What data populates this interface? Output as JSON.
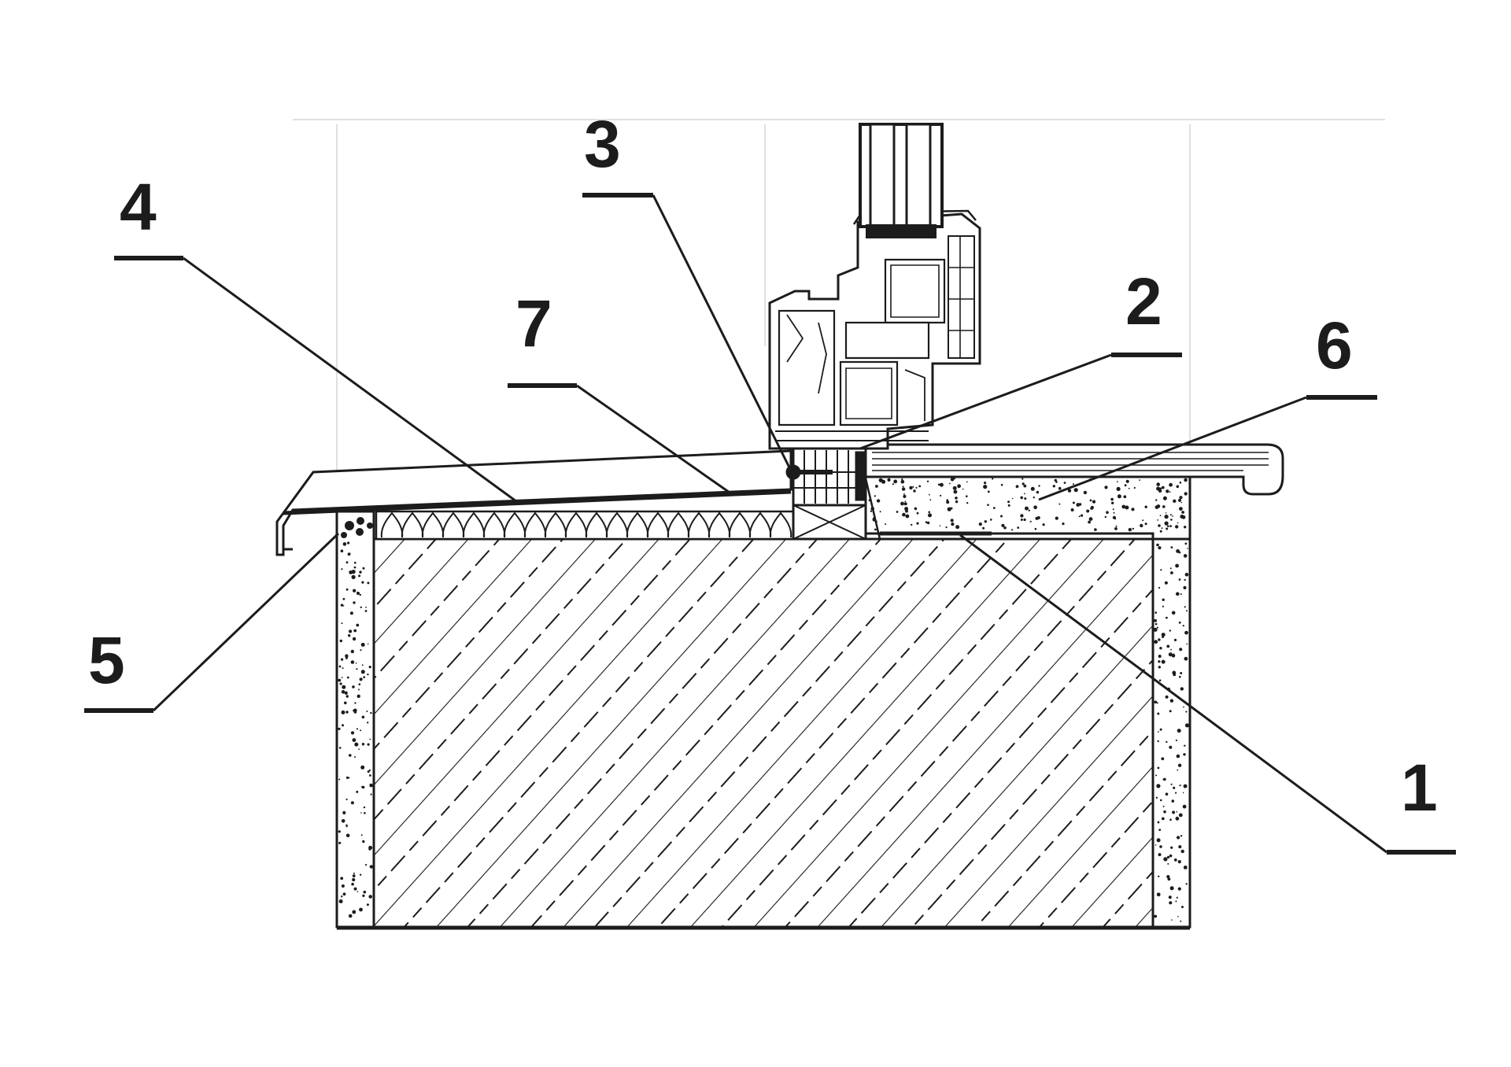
{
  "callouts": [
    {
      "id": "1",
      "label": "1"
    },
    {
      "id": "2",
      "label": "2"
    },
    {
      "id": "3",
      "label": "3"
    },
    {
      "id": "4",
      "label": "4"
    },
    {
      "id": "5",
      "label": "5"
    },
    {
      "id": "6",
      "label": "6"
    },
    {
      "id": "7",
      "label": "7"
    }
  ],
  "colors": {
    "line": "#1c1c1c",
    "thin_line": "#cfcfcf",
    "background": "#ffffff",
    "mortar_dots": "#1c1c1c"
  }
}
